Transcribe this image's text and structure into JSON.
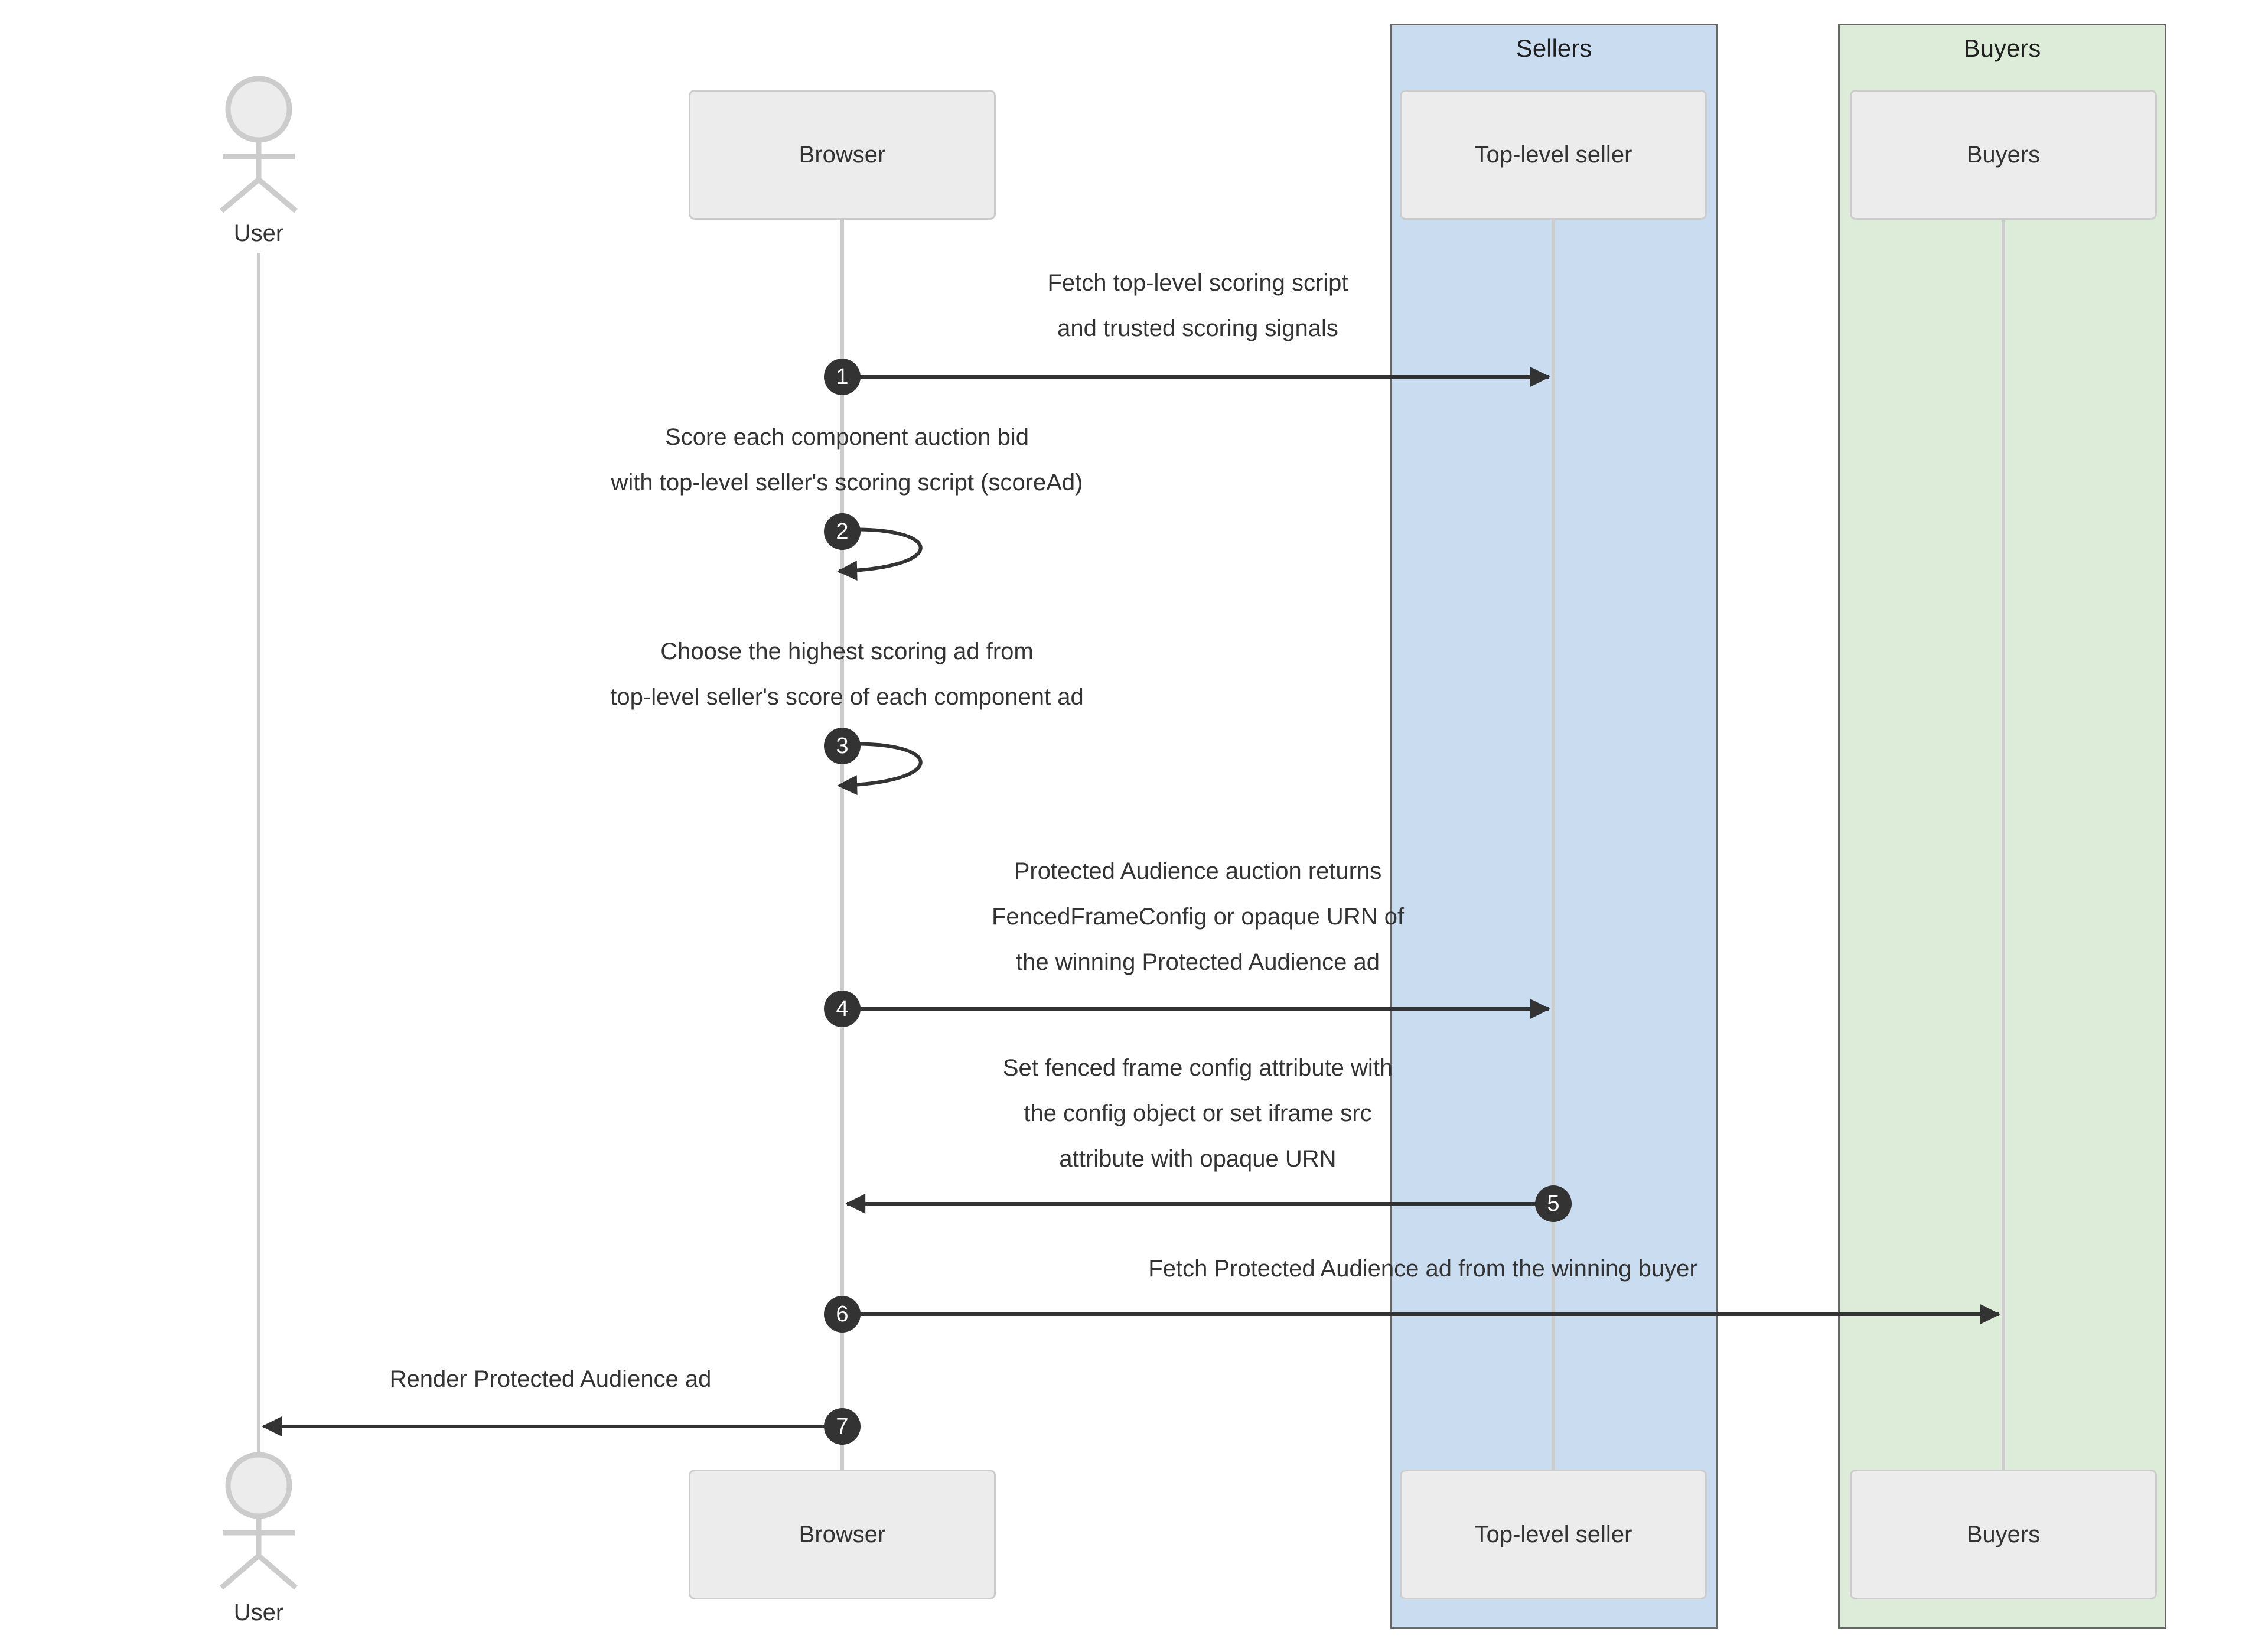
{
  "actors": {
    "user": {
      "label": "User"
    },
    "browser": {
      "label": "Browser"
    },
    "seller": {
      "label": "Top-level seller"
    },
    "buyers": {
      "label": "Buyers"
    }
  },
  "groups": {
    "sellers": {
      "label": "Sellers",
      "fill": "#c9dcf0"
    },
    "buyers": {
      "label": "Buyers",
      "fill": "#dcecd9"
    }
  },
  "messages": [
    {
      "num": "1",
      "from": "browser",
      "to": "seller",
      "kind": "arrow-right",
      "lines": [
        "Fetch top-level scoring script",
        "and trusted scoring signals"
      ]
    },
    {
      "num": "2",
      "from": "browser",
      "to": "browser",
      "kind": "self-loop",
      "lines": [
        "Score each component auction bid",
        "with top-level seller's scoring script (scoreAd)"
      ]
    },
    {
      "num": "3",
      "from": "browser",
      "to": "browser",
      "kind": "self-loop",
      "lines": [
        "Choose the highest scoring ad from",
        "top-level seller's score of each component ad"
      ]
    },
    {
      "num": "4",
      "from": "browser",
      "to": "seller",
      "kind": "arrow-right",
      "lines": [
        "Protected Audience auction returns",
        "FencedFrameConfig or opaque URN of",
        "the winning Protected Audience ad"
      ]
    },
    {
      "num": "5",
      "from": "seller",
      "to": "browser",
      "kind": "arrow-left",
      "lines": [
        "Set fenced frame config attribute with",
        "the config object or set iframe src",
        "attribute with opaque URN"
      ]
    },
    {
      "num": "6",
      "from": "browser",
      "to": "buyers",
      "kind": "arrow-right",
      "lines": [
        "Fetch Protected Audience ad from the winning buyer"
      ]
    },
    {
      "num": "7",
      "from": "browser",
      "to": "user",
      "kind": "arrow-left",
      "lines": [
        "Render Protected Audience ad"
      ]
    }
  ],
  "colors": {
    "arrow": "#333333",
    "lifeline": "#cccccc",
    "participant_fill": "#ececec",
    "participant_border": "#cccccc",
    "group_border": "#666666",
    "badge_fill": "#333333",
    "badge_text": "#ffffff",
    "text": "#333333"
  }
}
